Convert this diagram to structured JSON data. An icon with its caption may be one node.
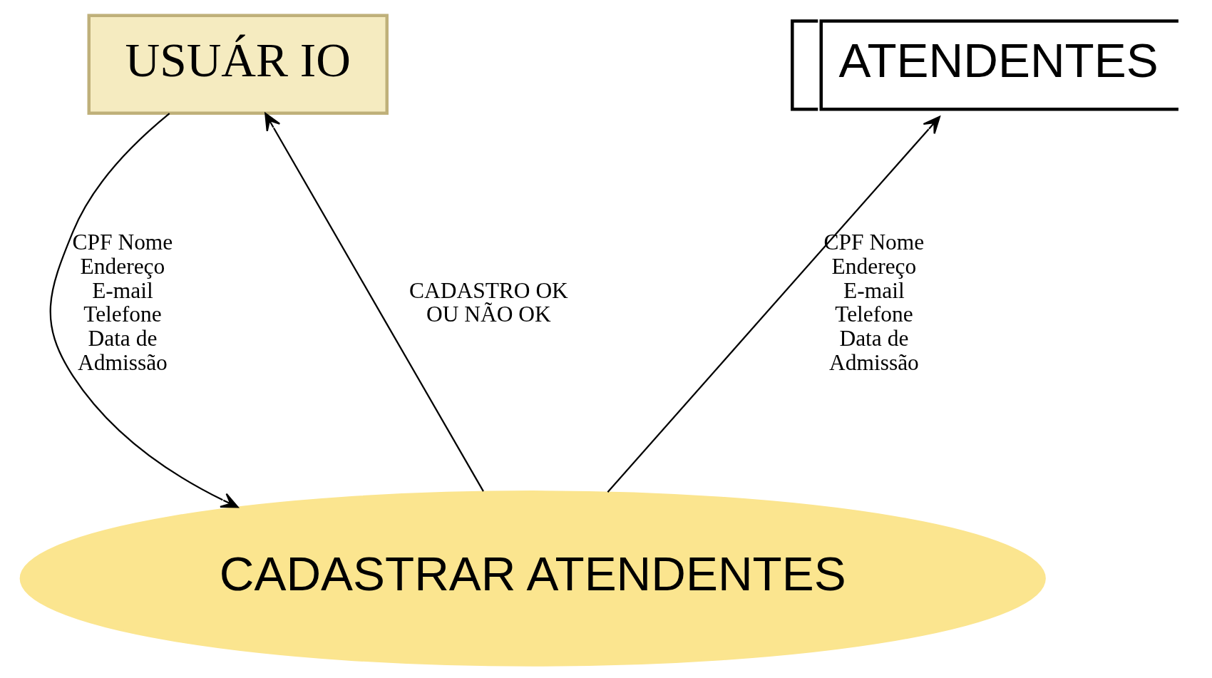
{
  "diagram": {
    "nodes": [
      {
        "text": [
          "USUÁR IO"
        ]
      },
      {
        "text": [
          "ATENDENTES"
        ]
      },
      {
        "text": [
          "CADASTRAR ATENDENTES"
        ]
      }
    ],
    "edges": [
      {
        "from": 0,
        "to": 2,
        "arrow": "to",
        "label": "CPF Nome Endereço E-mail Telefone Data de Admissão"
      },
      {
        "from": 2,
        "to": 0,
        "arrow": "to",
        "label": "CADASTRO OK OU NÃO OK"
      },
      {
        "from": 2,
        "to": 1,
        "arrow": "to",
        "label": "CPF Nome Endereço E-mail Telefone Data de Admissão"
      }
    ]
  }
}
